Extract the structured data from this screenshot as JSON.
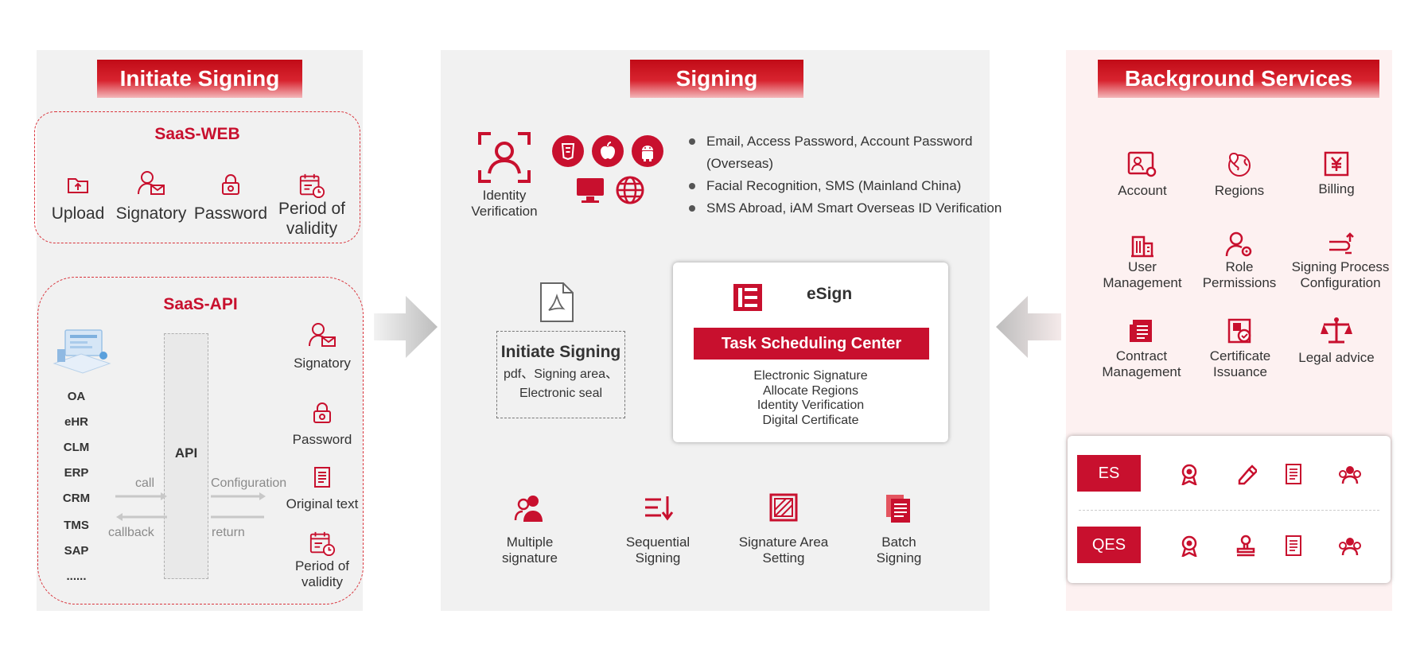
{
  "colors": {
    "brand_red": "#c8102e",
    "panel_grey": "#f1f1f1",
    "panel_pink": "#fdf1f1"
  },
  "initiate": {
    "banner": "Initiate Signing",
    "saas_web": {
      "title": "SaaS-WEB",
      "items": [
        {
          "label": "Upload",
          "icon": "upload-folder-icon"
        },
        {
          "label": "Signatory",
          "icon": "signatory-icon"
        },
        {
          "label": "Password",
          "icon": "password-lock-icon"
        },
        {
          "label": "Period of validity",
          "icon": "validity-calendar-icon"
        }
      ]
    },
    "saas_api": {
      "title": "SaaS-API",
      "systems": [
        "OA",
        "eHR",
        "CLM",
        "ERP",
        "CRM",
        "TMS",
        "SAP",
        "......"
      ],
      "api_label": "API",
      "flow": {
        "call": "call",
        "callback": "callback",
        "configuration": "Configuration",
        "return": "return"
      },
      "items": [
        {
          "label": "Signatory",
          "icon": "signatory-icon"
        },
        {
          "label": "Password",
          "icon": "password-lock-icon"
        },
        {
          "label": "Original text",
          "icon": "document-icon"
        },
        {
          "label": "Period of validity",
          "icon": "validity-calendar-icon"
        }
      ]
    }
  },
  "signing": {
    "banner": "Signing",
    "identity_label": "Identity Verification",
    "platform_icons": [
      "html5-icon",
      "apple-icon",
      "android-icon",
      "desktop-icon",
      "globe-icon"
    ],
    "bullets": [
      "Email, Access Password, Account Password",
      "(Overseas)",
      "Facial Recognition, SMS (Mainland China)",
      "SMS Abroad, iAM Smart Overseas ID Verification"
    ],
    "initiate_box": {
      "title": "Initiate Signing",
      "line1": "pdf、Signing area、",
      "line2": "Electronic seal"
    },
    "esign": {
      "title": "eSign",
      "task_center": "Task Scheduling Center",
      "lines": [
        "Electronic Signature",
        "Allocate Regions",
        "Identity Verification",
        "Digital Certificate"
      ]
    },
    "modes": [
      {
        "label": "Multiple signature",
        "icon": "multiple-users-icon"
      },
      {
        "label": "Sequential Signing",
        "icon": "sequential-list-icon"
      },
      {
        "label": "Signature Area Setting",
        "icon": "signature-area-icon"
      },
      {
        "label": "Batch Signing",
        "icon": "batch-documents-icon"
      }
    ]
  },
  "background": {
    "banner": "Background Services",
    "services": [
      {
        "label": "Account",
        "icon": "account-card-icon"
      },
      {
        "label": "Regions",
        "icon": "regions-map-icon"
      },
      {
        "label": "Billing",
        "icon": "billing-yen-icon"
      },
      {
        "label": "User Management",
        "icon": "user-management-icon"
      },
      {
        "label": "Role Permissions",
        "icon": "role-permissions-icon"
      },
      {
        "label": "Signing Process Configuration",
        "icon": "process-config-icon"
      },
      {
        "label": "Contract Management",
        "icon": "contract-management-icon"
      },
      {
        "label": "Certificate Issuance",
        "icon": "certificate-icon"
      },
      {
        "label": "Legal advice",
        "icon": "legal-scale-icon"
      }
    ],
    "levels": [
      {
        "tag": "ES",
        "icons": [
          "award-icon",
          "pen-sign-icon",
          "document-icon",
          "team-icon"
        ]
      },
      {
        "tag": "QES",
        "icons": [
          "award-icon",
          "stamp-icon",
          "document-icon",
          "team-icon"
        ]
      }
    ]
  }
}
